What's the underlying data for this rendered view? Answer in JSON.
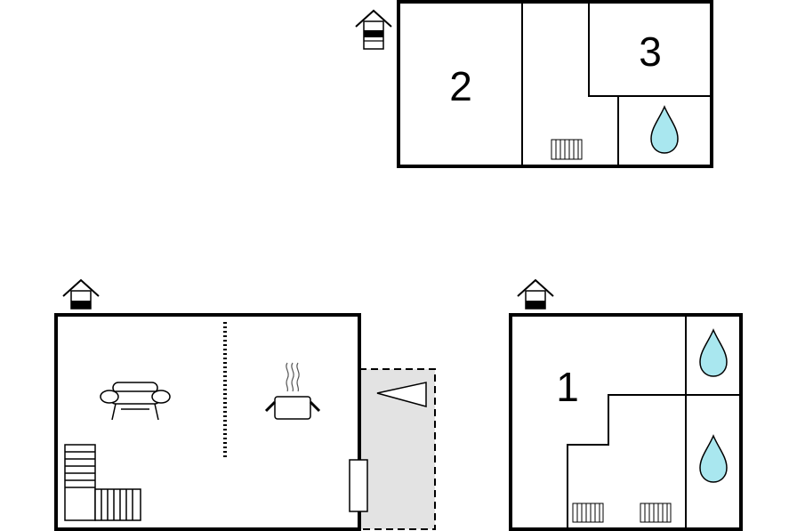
{
  "floor_plan": {
    "upper_floor": {
      "rooms": [
        {
          "label": "2"
        },
        {
          "label": "3"
        }
      ],
      "icons": [
        "floor-level-icon",
        "radiator-icon",
        "water-drop-icon"
      ]
    },
    "ground_floor_main": {
      "icons": [
        "floor-level-icon",
        "sofa-icon",
        "cooking-pot-icon",
        "staircase-icon",
        "door-icon",
        "terrace-triangle-icon"
      ]
    },
    "ground_floor_annex": {
      "rooms": [
        {
          "label": "1"
        }
      ],
      "icons": [
        "floor-level-icon",
        "water-drop-icon",
        "water-drop-icon",
        "radiator-icon",
        "radiator-icon"
      ]
    },
    "colors": {
      "wall": "#000000",
      "bathroom_drop": "#a9e7ef",
      "terrace": "#e3e3e3"
    }
  }
}
